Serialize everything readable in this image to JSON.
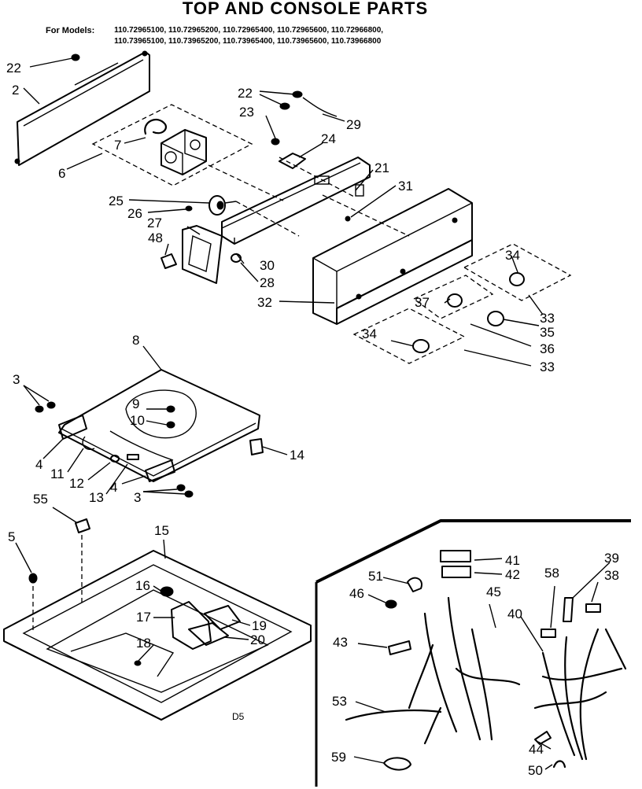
{
  "title": "TOP AND CONSOLE PARTS",
  "models": {
    "prefix": "For Models:",
    "lines": [
      "110.72965100, 110.72965200, 110.72965400, 110.72965600, 110.72966800,",
      "110.73965100, 110.73965200, 110.73965400, 110.73965600, 110.73966800"
    ]
  },
  "diagram_code": "D5",
  "callouts": {
    "c22a": "22",
    "c2": "2",
    "c6": "6",
    "c7": "7",
    "c22b": "22",
    "c23": "23",
    "c29": "29",
    "c24": "24",
    "c21": "21",
    "c31": "31",
    "c25": "25",
    "c26": "26",
    "c27": "27",
    "c48": "48",
    "c30": "30",
    "c28": "28",
    "c32": "32",
    "c34a": "34",
    "c37": "37",
    "c33a": "33",
    "c35": "35",
    "c34b": "34",
    "c36": "36",
    "c33b": "33",
    "c8": "8",
    "c3a": "3",
    "c9": "9",
    "c10": "10",
    "c4a": "4",
    "c11": "11",
    "c12": "12",
    "c13": "13",
    "c4b": "4",
    "c14": "14",
    "c3b": "3",
    "c55": "55",
    "c5": "5",
    "c15": "15",
    "c16": "16",
    "c17": "17",
    "c18": "18",
    "c19": "19",
    "c20": "20",
    "c51": "51",
    "c41": "41",
    "c42": "42",
    "c46": "46",
    "c45": "45",
    "c58": "58",
    "c39": "39",
    "c38": "38",
    "c43": "43",
    "c40": "40",
    "c53": "53",
    "c59": "59",
    "c44": "44",
    "c50": "50"
  }
}
